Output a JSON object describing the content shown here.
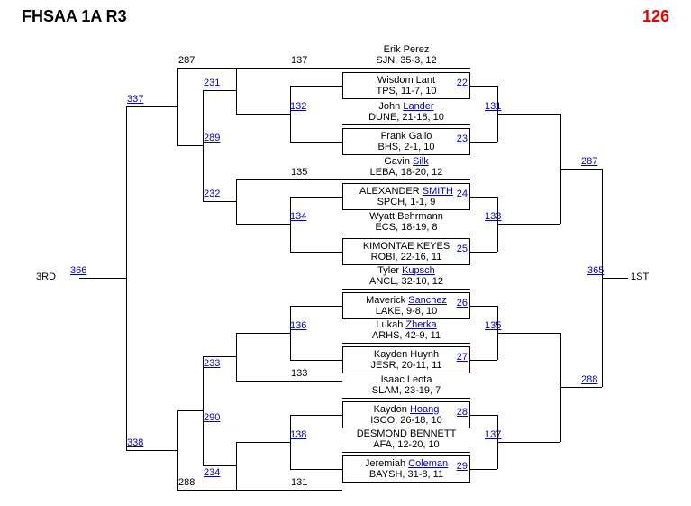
{
  "header": {
    "title": "FHSAA 1A R3",
    "weight": "126"
  },
  "colors": {
    "link_blue": "#0000cc",
    "weight_red": "#ee0000",
    "line_black": "#000000"
  },
  "placements": {
    "first": "1ST",
    "third": "3RD"
  },
  "bouts": [
    {
      "num": "22",
      "top": {
        "pre": "Erik Perez",
        "link": "",
        "team": "SJN, 35-3, 12"
      },
      "bottom": {
        "pre": "Wisdom Lant",
        "link": "",
        "team": "TPS, 11-7, 10"
      }
    },
    {
      "num": "23",
      "top": {
        "pre": "John ",
        "link": "Lander",
        "team": "DUNE, 21-18, 10"
      },
      "bottom": {
        "pre": "Frank Gallo",
        "link": "",
        "team": "BHS, 2-1, 10"
      }
    },
    {
      "num": "24",
      "top": {
        "pre": "Gavin ",
        "link": "Silk",
        "team": "LEBA, 18-20, 12"
      },
      "bottom": {
        "pre": "ALEXANDER ",
        "link": "SMITH",
        "team": "SPCH, 1-1, 9"
      }
    },
    {
      "num": "25",
      "top": {
        "pre": "Wyatt Behrmann",
        "link": "",
        "team": "ECS, 18-19, 8"
      },
      "bottom": {
        "pre": "KIMONTAE KEYES",
        "link": "",
        "team": "ROBI, 22-16, 11"
      }
    },
    {
      "num": "26",
      "top": {
        "pre": "Tyler ",
        "link": "Kupsch",
        "team": "ANCL, 32-10, 12"
      },
      "bottom": {
        "pre": "Maverick ",
        "link": "Sanchez",
        "team": "LAKE, 9-8, 10"
      }
    },
    {
      "num": "27",
      "top": {
        "pre": "Lukah ",
        "link": "Zherka",
        "team": "ARHS, 42-9, 11"
      },
      "bottom": {
        "pre": "Kayden Huynh",
        "link": "",
        "team": "JESR, 20-11, 11"
      }
    },
    {
      "num": "28",
      "top": {
        "pre": "Isaac Leota",
        "link": "",
        "team": "SLAM, 23-19, 7"
      },
      "bottom": {
        "pre": "Kaydon ",
        "link": "Hoang",
        "team": "ISCO, 26-18, 10"
      }
    },
    {
      "num": "29",
      "top": {
        "pre": "DESMOND BENNETT",
        "link": "",
        "team": "AFA, 12-20, 10"
      },
      "bottom": {
        "pre": "Jeremiah ",
        "link": "Coleman",
        "team": "BAYSH, 31-8, 11"
      }
    }
  ],
  "bracket_labels": {
    "left": {
      "ref287": "287",
      "ref137": "137",
      "ref135": "135",
      "ref133": "133",
      "ref131": "131",
      "ref288": "288",
      "b231": "231",
      "b232": "232",
      "b233": "233",
      "b234": "234",
      "b132": "132",
      "b134": "134",
      "b136": "136",
      "b138": "138",
      "b289": "289",
      "b290": "290",
      "b337": "337",
      "b338": "338",
      "b366": "366"
    },
    "right": {
      "b131": "131",
      "b133": "133",
      "b135": "135",
      "b137": "137",
      "b287": "287",
      "b288": "288",
      "b365": "365"
    }
  }
}
